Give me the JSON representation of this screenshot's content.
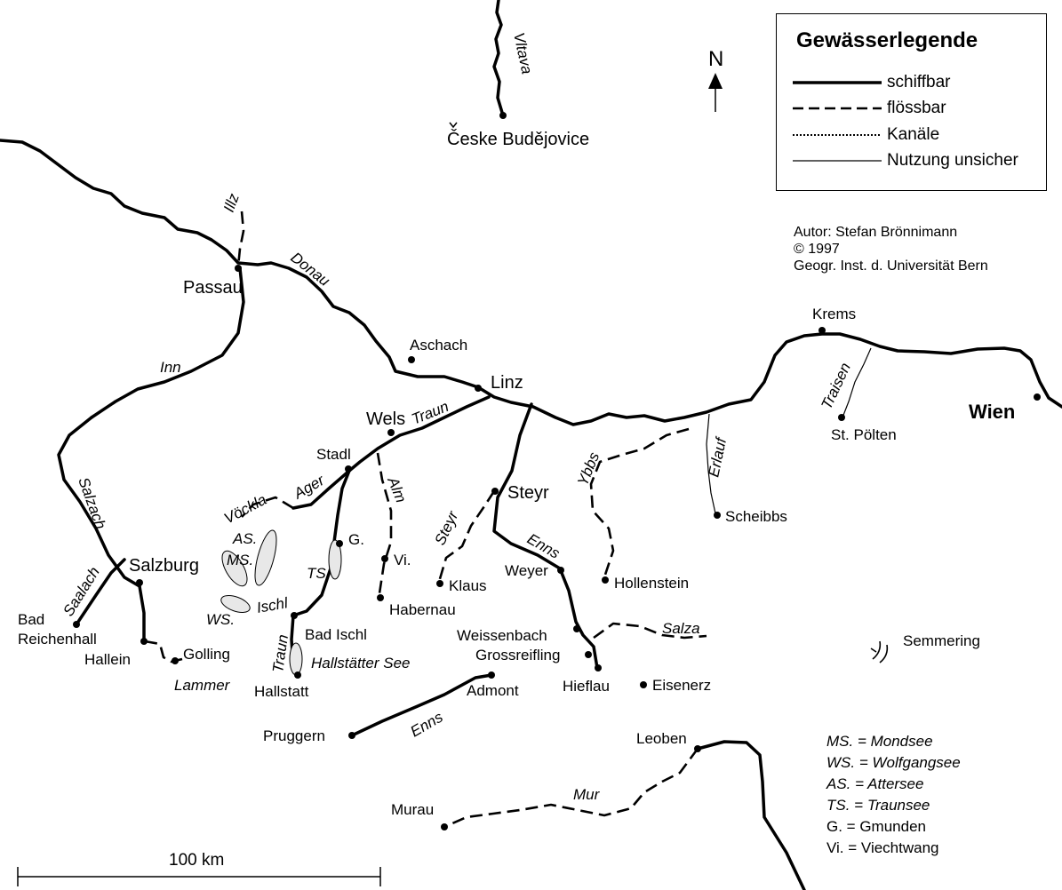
{
  "legend": {
    "title": "Gewässerlegende",
    "items": [
      {
        "style": "solid-thick",
        "label": "schiffbar"
      },
      {
        "style": "dashed",
        "label": "flössbar"
      },
      {
        "style": "dotted",
        "label": "Kanäle"
      },
      {
        "style": "solid-thin",
        "label": "Nutzung unsicher"
      }
    ]
  },
  "north_label": "N",
  "credits": {
    "author": "Autor: Stefan Brönnimann",
    "year": "© 1997",
    "institute": "Geogr. Inst. d. Universität Bern"
  },
  "scale_label": "100 km",
  "cities": {
    "budejovice": "Česke Budějovice",
    "passau": "Passau",
    "aschach": "Aschach",
    "linz": "Linz",
    "wels": "Wels",
    "stadl": "Stadl",
    "krems": "Krems",
    "wien": "Wien",
    "st_poelten": "St. Pölten",
    "scheibbs": "Scheibbs",
    "steyr": "Steyr",
    "salzburg": "Salzburg",
    "g": "G.",
    "vi": "Vi.",
    "klaus": "Klaus",
    "habernau": "Habernau",
    "weyer": "Weyer",
    "hollenstein": "Hollenstein",
    "bad_reichenhall_1": "Bad",
    "bad_reichenhall_2": "Reichenhall",
    "hallein": "Hallein",
    "golling": "Golling",
    "bad_ischl": "Bad Ischl",
    "hallstatt": "Hallstatt",
    "weissenbach": "Weissenbach",
    "grossreifling": "Grossreifling",
    "semmering": "Semmering",
    "hieflau": "Hieflau",
    "eisenerz": "Eisenerz",
    "admont": "Admont",
    "pruggern": "Pruggern",
    "leoben": "Leoben",
    "murau": "Murau"
  },
  "rivers": {
    "vltava": "Vltava",
    "illz": "Illz",
    "donau": "Donau",
    "inn": "Inn",
    "traun": "Traun",
    "traun2": "Traun",
    "traisen": "Traisen",
    "erlauf": "Erlauf",
    "ybbs": "Ybbs",
    "salzach": "Salzach",
    "saalach": "Saalach",
    "voeckla": "Vöckla",
    "ager": "Ager",
    "alm": "Alm",
    "steyr": "Steyr",
    "enns": "Enns",
    "enns2": "Enns",
    "ischl": "Ischl",
    "salza": "Salza",
    "lammer": "Lammer",
    "mur": "Mur"
  },
  "lakes": {
    "as": "AS.",
    "ms": "MS.",
    "ws": "WS.",
    "ts": "TS.",
    "hallstaetter_see": "Hallstätter See"
  },
  "abbreviations": [
    {
      "abbr": "MS.",
      "meaning": "Mondsee",
      "italic": true
    },
    {
      "abbr": "WS.",
      "meaning": "Wolfgangsee",
      "italic": true
    },
    {
      "abbr": "AS.",
      "meaning": "Attersee",
      "italic": true
    },
    {
      "abbr": "TS.",
      "meaning": "Traunsee",
      "italic": true
    },
    {
      "abbr": "G.",
      "meaning": "Gmunden",
      "italic": false
    },
    {
      "abbr": "Vi.",
      "meaning": "Viechtwang",
      "italic": false
    }
  ]
}
